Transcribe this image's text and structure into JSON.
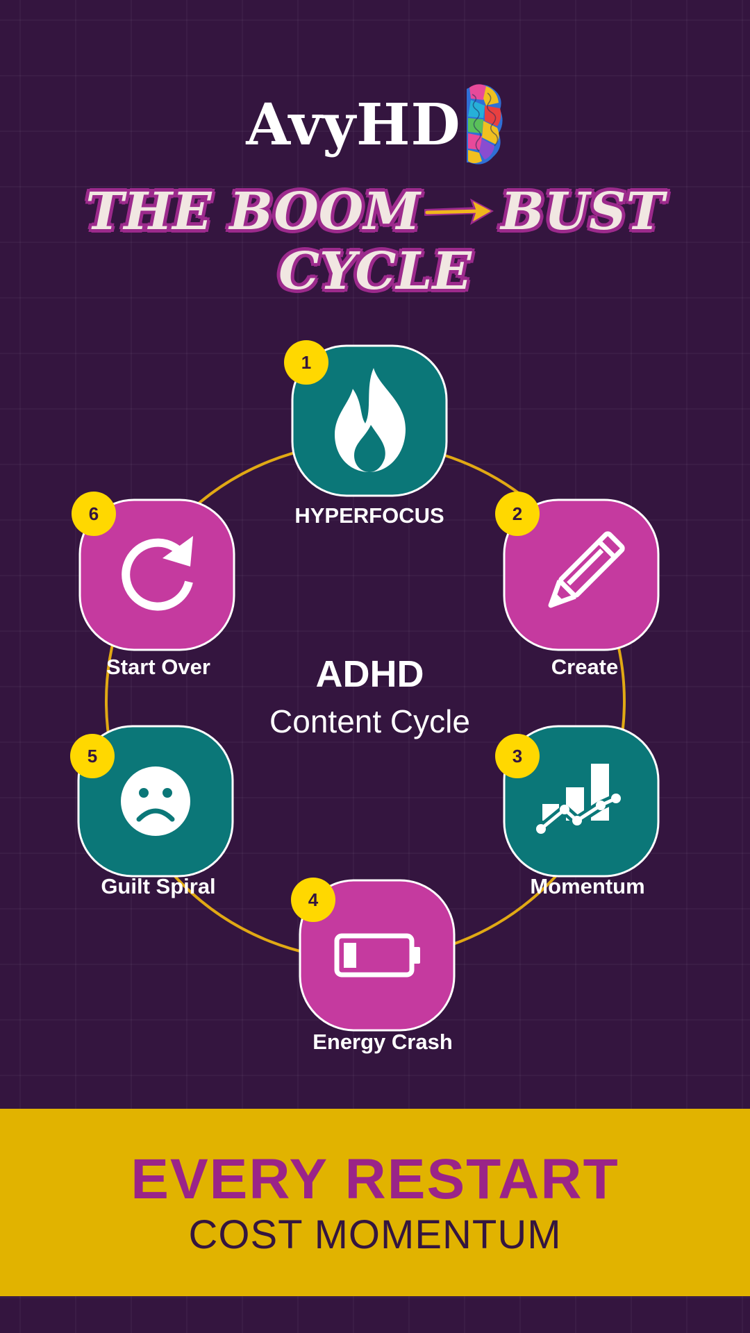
{
  "brand": {
    "name": "AvyHD",
    "logo_icon": "brain-icon"
  },
  "title": {
    "line1_left": "THE BOOM",
    "line1_right": "BUST",
    "line2": "CYCLE",
    "arrow_icon": "arrow-right-icon"
  },
  "center": {
    "title": "ADHD",
    "subtitle": "Content Cycle"
  },
  "steps": [
    {
      "number": "1",
      "label": "HYPERFOCUS",
      "icon": "flame-icon",
      "color": "#0b7778"
    },
    {
      "number": "2",
      "label": "Create",
      "icon": "pencil-icon",
      "color": "#c53a9f"
    },
    {
      "number": "3",
      "label": "Momentum",
      "icon": "bar-chart-icon",
      "color": "#0b7778"
    },
    {
      "number": "4",
      "label": "Energy Crash",
      "icon": "battery-low-icon",
      "color": "#c53a9f"
    },
    {
      "number": "5",
      "label": "Guilt Spiral",
      "icon": "sad-face-icon",
      "color": "#0b7778"
    },
    {
      "number": "6",
      "label": "Start Over",
      "icon": "refresh-icon",
      "color": "#c53a9f"
    }
  ],
  "banner": {
    "line1": "EVERY RESTART",
    "line2": "COST MOMENTUM"
  },
  "colors": {
    "background": "#34153f",
    "teal": "#0b7778",
    "magenta": "#c53a9f",
    "gold": "#e1b300",
    "badge": "#ffd800",
    "title_outline": "#9c2a8c"
  }
}
